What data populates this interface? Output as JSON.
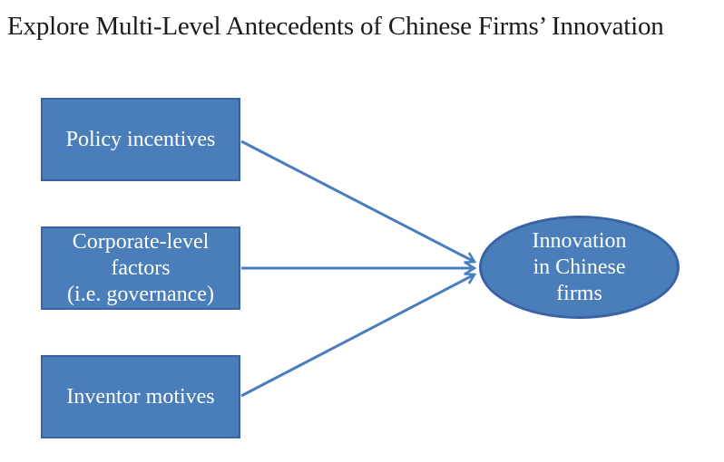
{
  "title": "Explore Multi-Level Antecedents of Chinese Firms’ Innovation",
  "colors": {
    "shape_fill": "#4a7ebb",
    "shape_border": "#3a63a5",
    "arrow": "#4a7cc0",
    "shape_text": "#ffffff",
    "title_text": "#1b1b1b",
    "background": "#ffffff"
  },
  "diagram": {
    "boxes": [
      {
        "id": "policy-incentives",
        "label": "Policy incentives"
      },
      {
        "id": "corporate-level-factors",
        "label": "Corporate-level\nfactors\n(i.e. governance)"
      },
      {
        "id": "inventor-motives",
        "label": "Inventor motives"
      }
    ],
    "ellipse": {
      "id": "innovation-in-chinese-firms",
      "label": "Innovation\nin Chinese\nfirms"
    },
    "arrows": [
      {
        "from": "Policy incentives",
        "to": "Innovation in Chinese firms"
      },
      {
        "from": "Corporate-level factors (i.e. governance)",
        "to": "Innovation in Chinese firms"
      },
      {
        "from": "Inventor motives",
        "to": "Innovation in Chinese firms"
      }
    ]
  }
}
